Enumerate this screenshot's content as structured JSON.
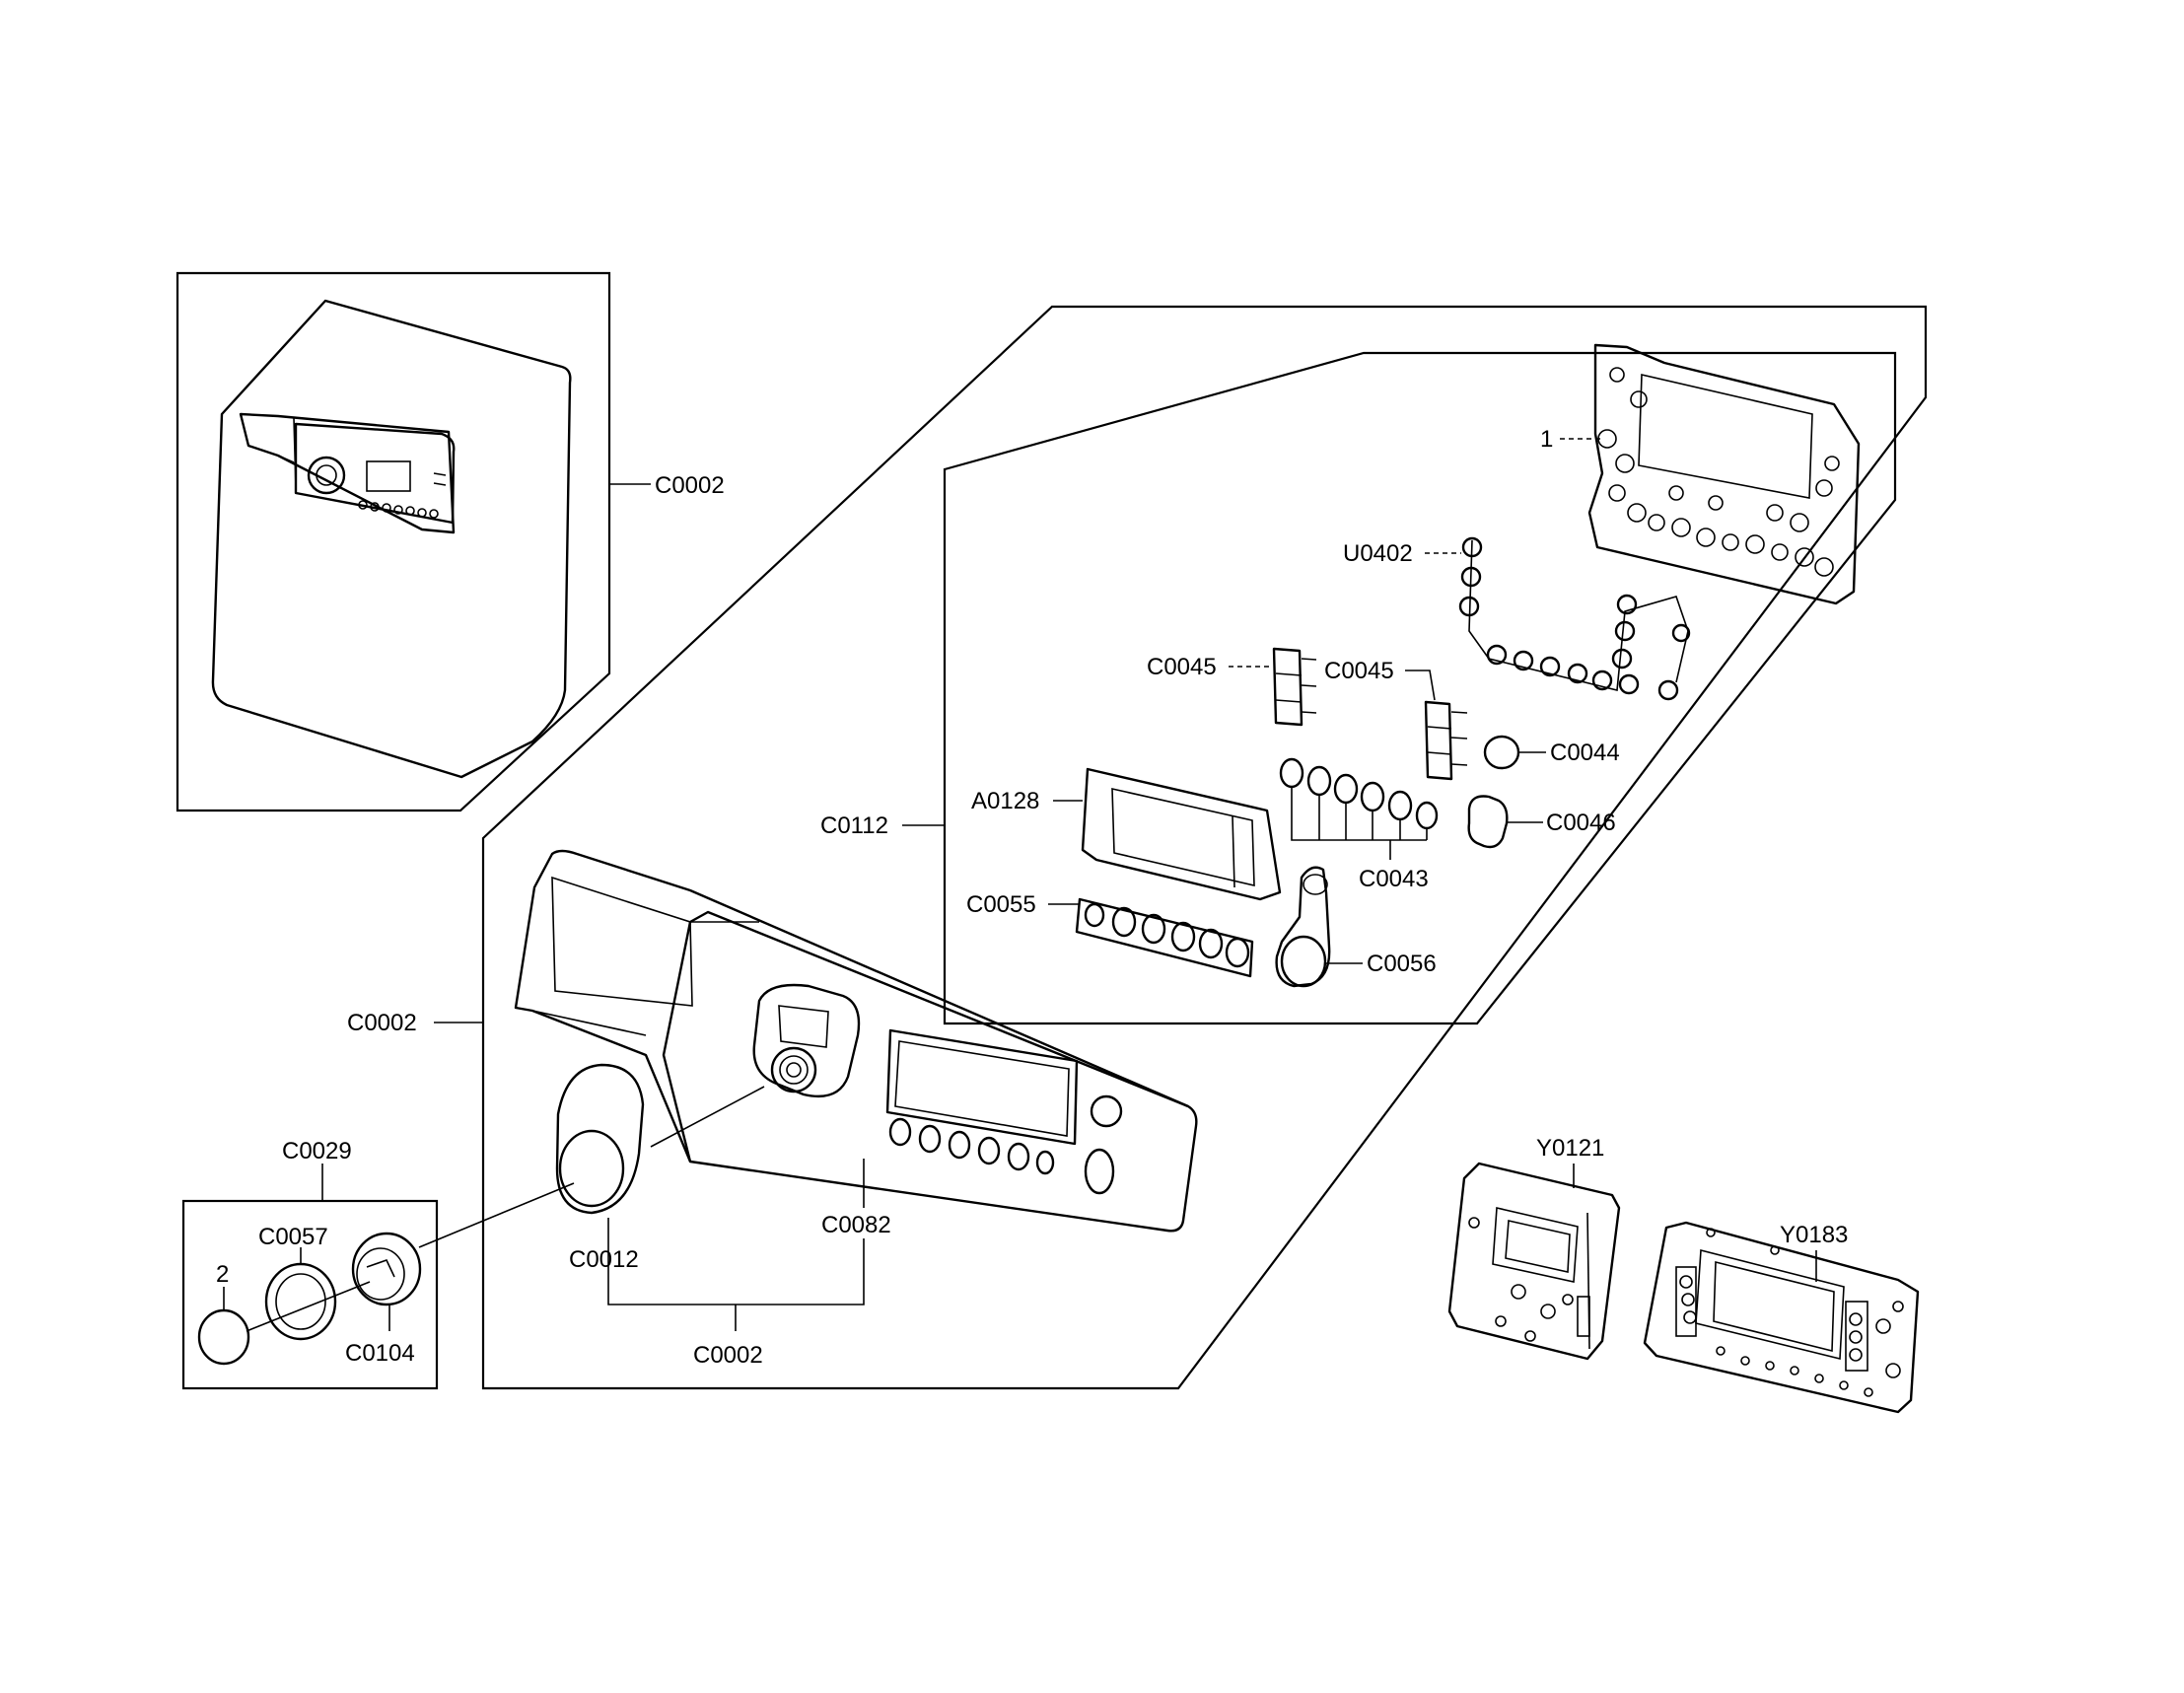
{
  "labels": {
    "c0002_top": "C0002",
    "c0002_left": "C0002",
    "c0002_bottom": "C0002",
    "c0029": "C0029",
    "c0057": "C0057",
    "c0104": "C0104",
    "two": "2",
    "c0012": "C0012",
    "c0082": "C0082",
    "c0112": "C0112",
    "a0128": "A0128",
    "c0055": "C0055",
    "c0056": "C0056",
    "c0043": "C0043",
    "c0046": "C0046",
    "c0044": "C0044",
    "c0045_left": "C0045",
    "c0045_right": "C0045",
    "u0402": "U0402",
    "one": "1",
    "y0121": "Y0121",
    "y0183": "Y0183"
  }
}
